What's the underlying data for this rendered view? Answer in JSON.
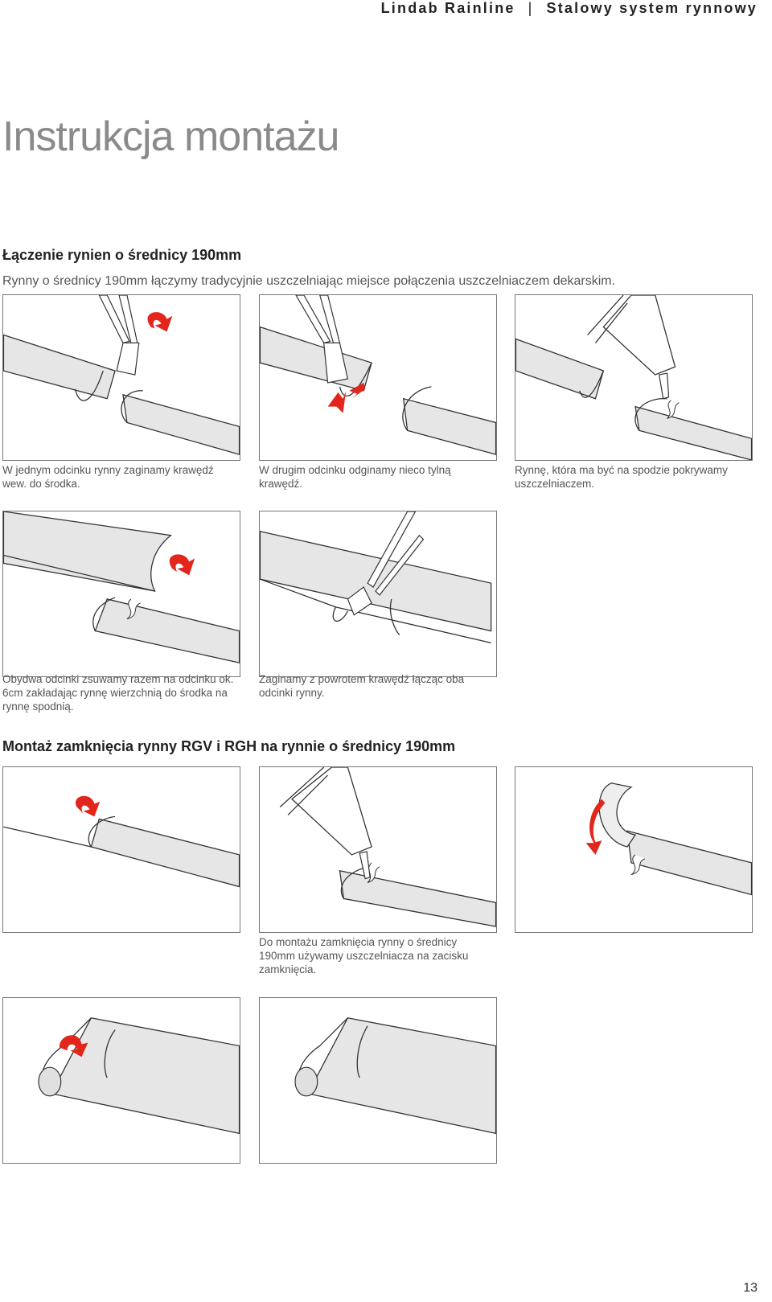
{
  "header": {
    "brand": "Lindab Rainline",
    "separator": "|",
    "product": "Stalowy system rynnowy"
  },
  "title": "Instrukcja montażu",
  "section1": {
    "heading": "Łączenie rynien o średnicy 190mm",
    "lead": "Rynny o średnicy 190mm łączymy tradycyjnie uszczelniając miejsce połączenia uszczelniaczem dekarskim.",
    "captions": [
      "W jednym odcinku rynny zaginamy krawędź wew. do środka.",
      "W drugim odcinku odginamy nieco tylną krawędź.",
      "Rynnę, która ma być na spodzie pokrywamy uszczelniaczem.",
      "Obydwa odcinki zsuwamy razem na odcinku ok. 6cm zakładając rynnę wierzchnią do środka na rynnę spodnią.",
      "Zaginamy z powrotem krawędź łącząc oba odcinki rynny."
    ]
  },
  "section2": {
    "heading": "Montaż zamknięcia rynny RGV i RGH na rynnie o średnicy 190mm",
    "captions": [
      "Do montażu zamknięcia rynny o średnicy 190mm używamy uszczelniacza na zacisku zamknięcia."
    ]
  },
  "page_number": "13",
  "colors": {
    "arrow": "#e2261c",
    "gutter": "#e6e6e6",
    "outline": "#333333"
  }
}
